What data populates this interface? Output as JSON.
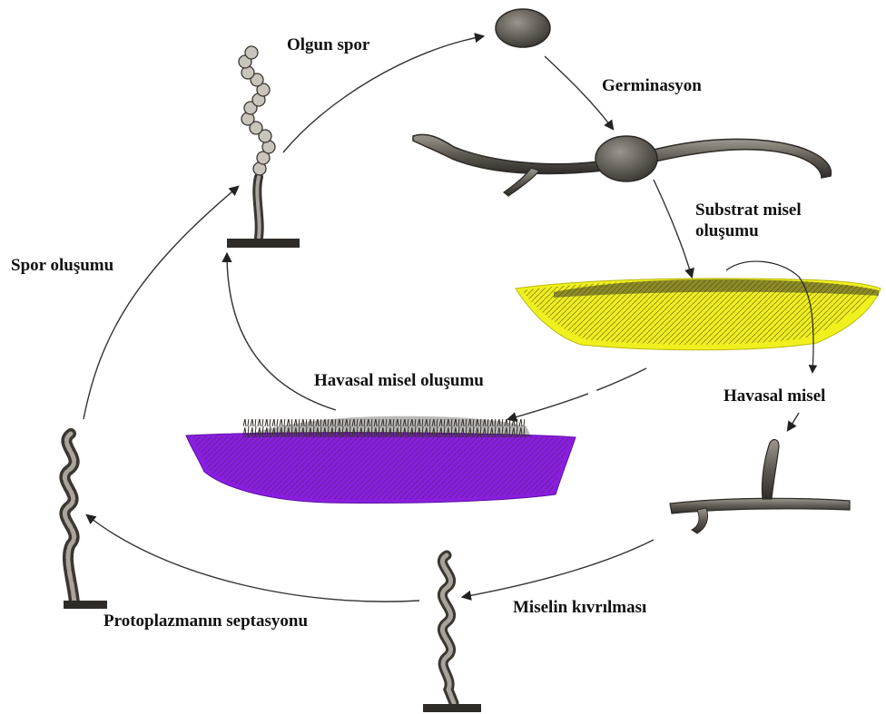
{
  "diagram": {
    "labels": {
      "mature_spore": "Olgun spor",
      "germination": "Germinasyon",
      "substrate_mycelium_formation": "Substrat misel oluşumu",
      "aerial_mycelium": "Havasal misel",
      "aerial_mycelium_formation": "Havasal misel oluşumu",
      "spore_formation": "Spor oluşumu",
      "protoplasm_septation": "Protoplazmanın septasyonu",
      "mycelium_coiling": "Miselin kıvrılması"
    },
    "colors": {
      "substrate_mycelium": "#f0f01e",
      "aerial_mycelium_mat": "#8a1ee0",
      "hyphae": "#6e6a64",
      "arrow": "#333333"
    },
    "icons": [
      "spore-icon",
      "germinating-spore-icon",
      "substrate-mycelium-icon",
      "aerial-hypha-icon",
      "coiled-hypha-icon",
      "septated-hypha-icon",
      "spore-chain-icon",
      "aerial-mycelium-mat-icon"
    ]
  }
}
